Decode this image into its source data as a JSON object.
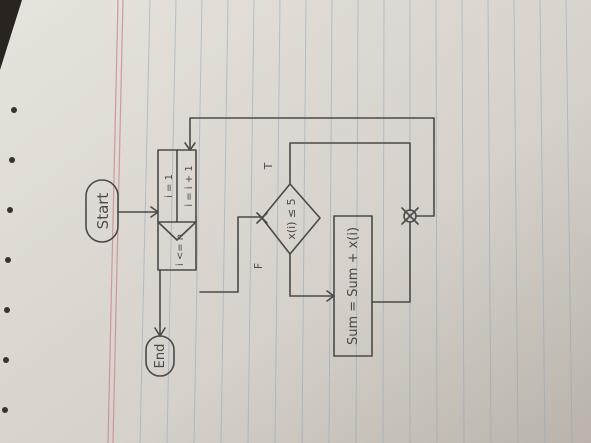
{
  "diagram": {
    "start_label": "Start",
    "end_label": "End",
    "loop_init_label": "i = 1",
    "loop_incr_label": "i = i + 1",
    "loop_cond_label": "i <= n",
    "decision_label": "x(i) ≤ 5",
    "true_label": "T",
    "false_label": "F",
    "process_label": "Sum = Sum + x(i)"
  },
  "colors": {
    "paper": "#d9d5cf",
    "ruled_line": "#8fa6c2",
    "margin_line": "#c98a8a",
    "pencil": "#4a4a48"
  }
}
